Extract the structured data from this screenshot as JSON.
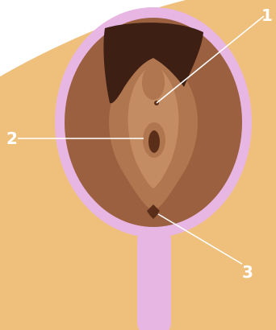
{
  "figure": {
    "subject": "hand-mirror-anatomy-illustration",
    "colors": {
      "background": "#ffffff",
      "skin": "#efbf7c",
      "mirror_frame": "#e8b6e2",
      "mirror_handle": "#e8b6e2",
      "reflection_base": "#9b6040",
      "reflection_mid": "#b07650",
      "reflection_light": "#c48c62",
      "hair": "#3d1f14",
      "detail_dark": "#5b2e1a",
      "callout": "#ffffff"
    }
  },
  "callouts": [
    {
      "id": "callout-1",
      "label": "1"
    },
    {
      "id": "callout-2",
      "label": "2"
    },
    {
      "id": "callout-3",
      "label": "3"
    }
  ]
}
